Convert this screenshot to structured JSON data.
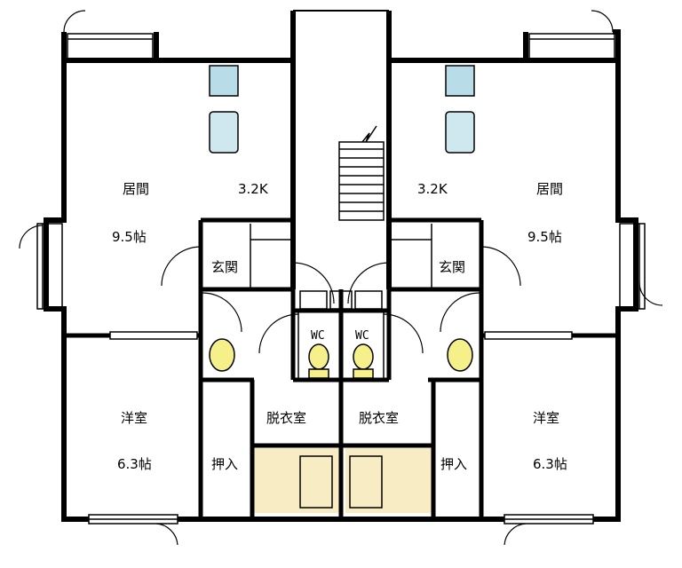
{
  "plan": {
    "left_unit": {
      "living_label": "居間",
      "living_size": "9.5帖",
      "kitchen_label": "3.2K",
      "entry_label": "玄関",
      "wc_label": "WC",
      "dressing_label": "脱衣室",
      "western_label": "洋室",
      "western_size": "6.3帖",
      "closet_label": "押入"
    },
    "right_unit": {
      "living_label": "居間",
      "living_size": "9.5帖",
      "kitchen_label": "3.2K",
      "entry_label": "玄関",
      "wc_label": "WC",
      "dressing_label": "脱衣室",
      "western_label": "洋室",
      "western_size": "6.3帖",
      "closet_label": "押入"
    }
  },
  "colors": {
    "wall": "#000000",
    "toilet_fill": "#f5f08a",
    "bath_floor": "#f7ecc4",
    "sink_fill": "#cfe8ef",
    "stove_fill": "#b8dde8"
  }
}
